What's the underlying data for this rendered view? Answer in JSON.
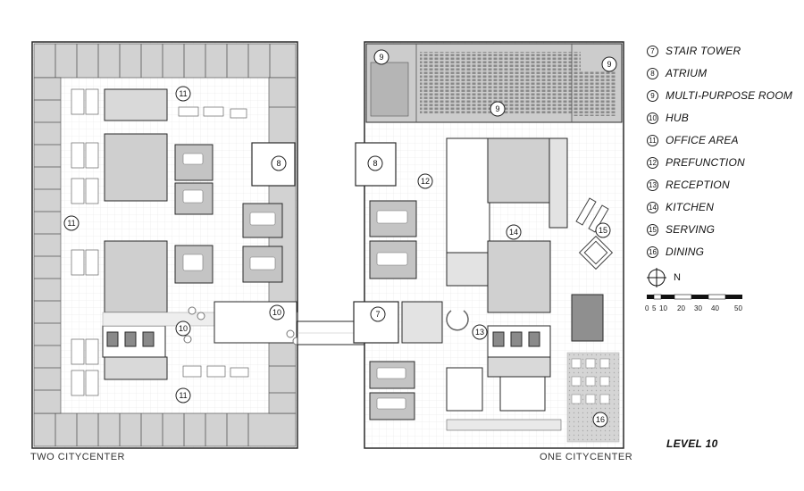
{
  "legend": [
    {
      "num": "7",
      "label": "STAIR TOWER"
    },
    {
      "num": "8",
      "label": "ATRIUM"
    },
    {
      "num": "9",
      "label": "MULTI-PURPOSE ROOM"
    },
    {
      "num": "10",
      "label": "HUB"
    },
    {
      "num": "11",
      "label": "OFFICE AREA"
    },
    {
      "num": "12",
      "label": "PREFUNCTION"
    },
    {
      "num": "13",
      "label": "RECEPTION"
    },
    {
      "num": "14",
      "label": "KITCHEN"
    },
    {
      "num": "15",
      "label": "SERVING"
    },
    {
      "num": "16",
      "label": "DINING"
    }
  ],
  "north": {
    "label": "N"
  },
  "scale_bar": {
    "ticks": [
      "0",
      "5",
      "10",
      "20",
      "30",
      "40",
      "50"
    ]
  },
  "buildings": {
    "left": "TWO CITYCENTER",
    "right": "ONE CITYCENTER"
  },
  "level": "LEVEL 10",
  "plan_tags": [
    {
      "num": "11"
    },
    {
      "num": "11"
    },
    {
      "num": "11"
    },
    {
      "num": "8"
    },
    {
      "num": "10"
    },
    {
      "num": "10"
    },
    {
      "num": "9"
    },
    {
      "num": "9"
    },
    {
      "num": "9"
    },
    {
      "num": "8"
    },
    {
      "num": "12"
    },
    {
      "num": "14"
    },
    {
      "num": "15"
    },
    {
      "num": "7"
    },
    {
      "num": "13"
    },
    {
      "num": "16"
    }
  ],
  "colors": {
    "line": "#2a2a2a",
    "fill_dark": "#b9b9b9",
    "fill_light": "#dcdcdc",
    "fill_mid": "#c8c8c8"
  }
}
